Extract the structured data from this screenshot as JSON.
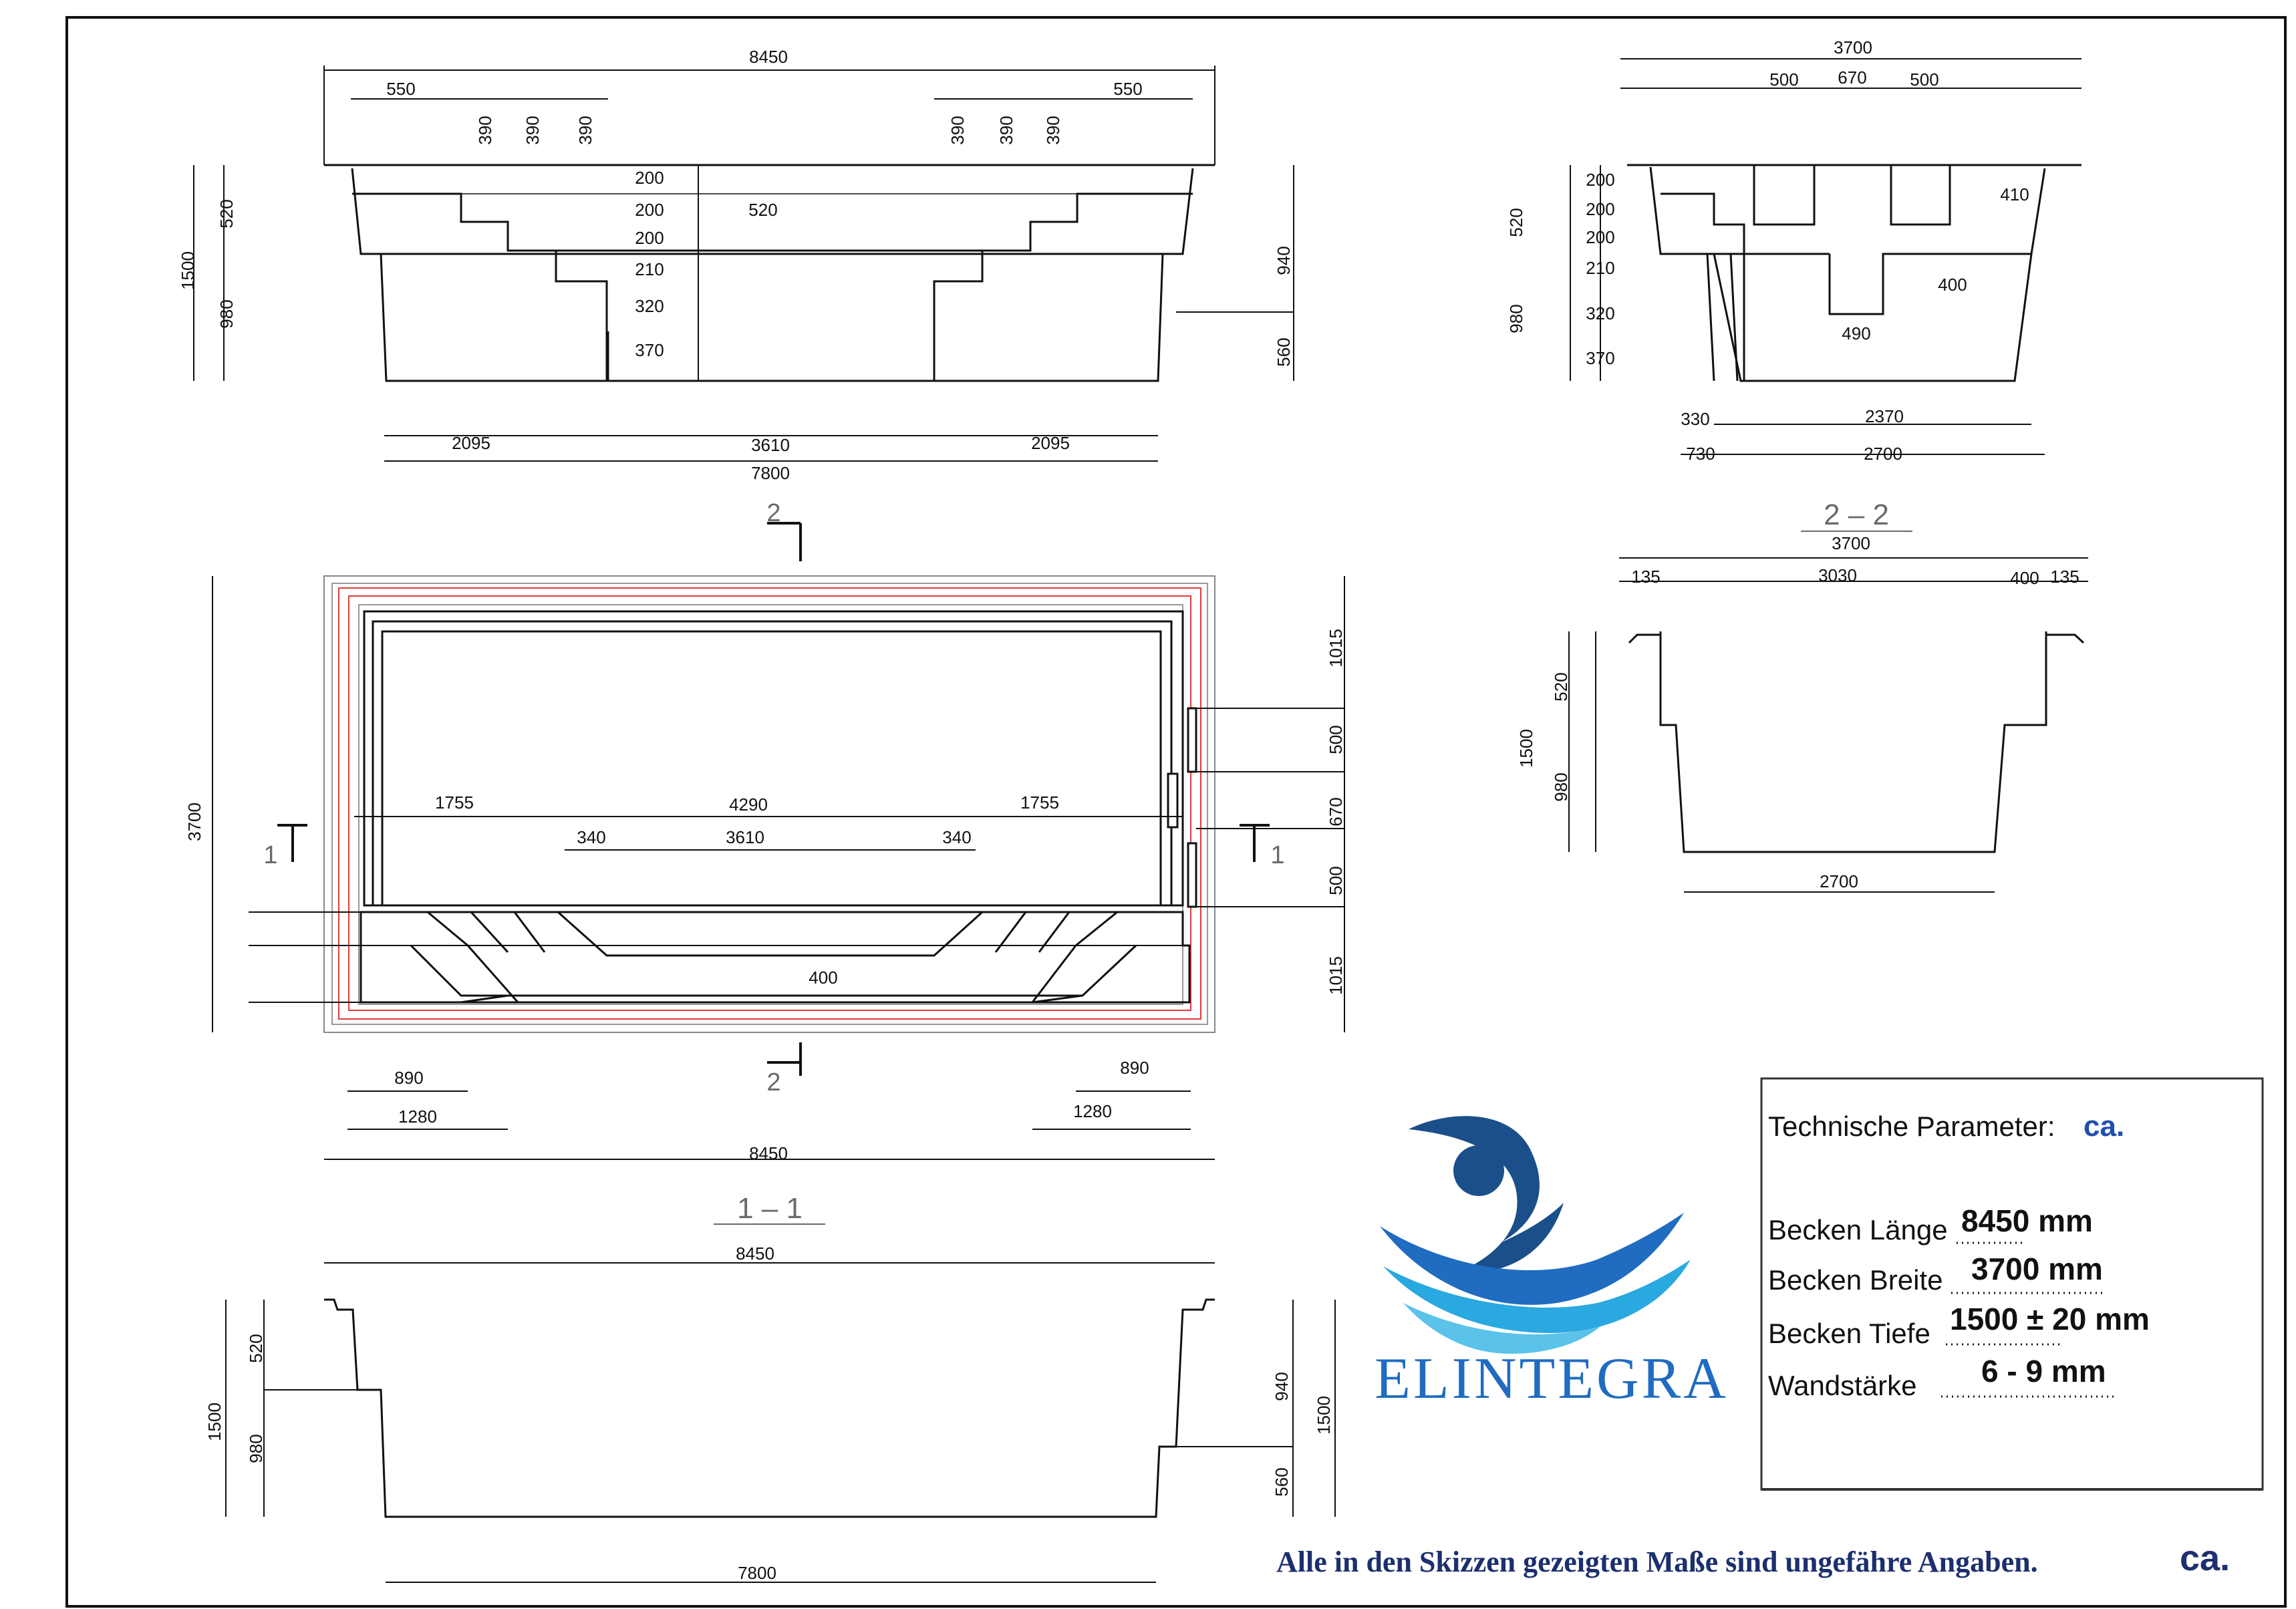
{
  "elevation_long": {
    "top": [
      "8450",
      "550",
      "390",
      "390",
      "390",
      "390",
      "390",
      "390",
      "550"
    ],
    "steps": [
      "200",
      "200",
      "200",
      "210",
      "320",
      "370"
    ],
    "step_total": "520",
    "left": [
      "1500",
      "520",
      "980"
    ],
    "right": [
      "940",
      "560"
    ],
    "bottom": [
      "2095",
      "3610",
      "2095",
      "7800"
    ]
  },
  "elevation_short": {
    "top": [
      "3700",
      "500",
      "670",
      "500"
    ],
    "left": [
      "520",
      "980"
    ],
    "steps": [
      "200",
      "200",
      "200",
      "210",
      "320",
      "370"
    ],
    "inner": [
      "410",
      "400",
      "490"
    ],
    "bottom": [
      "330",
      "2370",
      "730",
      "2700"
    ]
  },
  "section_2": {
    "title": "2 – 2",
    "top": [
      "3700",
      "135",
      "3030",
      "400",
      "135"
    ],
    "left": [
      "1500",
      "520",
      "980"
    ],
    "bottom": "2700"
  },
  "plan": {
    "cut_2": "2",
    "cut_1": "1",
    "left": "3700",
    "right": [
      "1015",
      "500",
      "670",
      "500",
      "1015"
    ],
    "inner_top": [
      "1755",
      "4290",
      "1755"
    ],
    "inner_mid": [
      "340",
      "3610",
      "340"
    ],
    "step_depth": "400",
    "bottom_left": [
      "890",
      "1280"
    ],
    "bottom_right": [
      "890",
      "1280"
    ],
    "bottom_total": "8450"
  },
  "section_1": {
    "title": "1 – 1",
    "top": "8450",
    "left": [
      "1500",
      "520",
      "980"
    ],
    "right": [
      "940",
      "1500",
      "560"
    ],
    "bottom": "7800"
  },
  "params": {
    "title": "Technische Parameter:",
    "ca": "ca.",
    "rows": [
      {
        "label": "Becken Länge",
        "value": "8450 mm"
      },
      {
        "label": "Becken Breite",
        "value": "3700 mm"
      },
      {
        "label": "Becken Tiefe",
        "value": "1500 ± 20 mm"
      },
      {
        "label": "Wandstärke",
        "value": "6 - 9 mm"
      }
    ]
  },
  "brand": "ELINTEGRA",
  "note": "Alle in den Skizzen gezeigten Maße sind ungefähre Angaben.",
  "note_ca": "ca.",
  "colors": {
    "line": "#111111",
    "red": "#e23b3b",
    "brand_dark": "#1a4f8a",
    "brand_light": "#2aa8e0"
  }
}
